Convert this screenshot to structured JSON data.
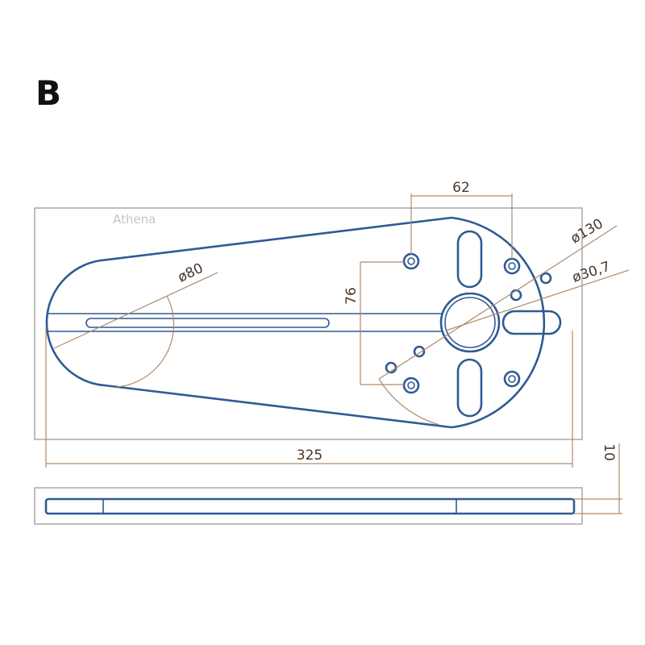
{
  "figure_label": "B",
  "watermark": "Athena",
  "dimensions": {
    "hole_spacing": "62",
    "vertical_spacing": "76",
    "left_diameter": "ø80",
    "outer_diameter": "ø130",
    "center_diameter": "ø30,7",
    "overall_length": "325",
    "thickness": "10"
  },
  "colors": {
    "part_outline": "#2f5a94",
    "dimension_lines": "#b08a6a",
    "frame": "#a8a8a8"
  }
}
